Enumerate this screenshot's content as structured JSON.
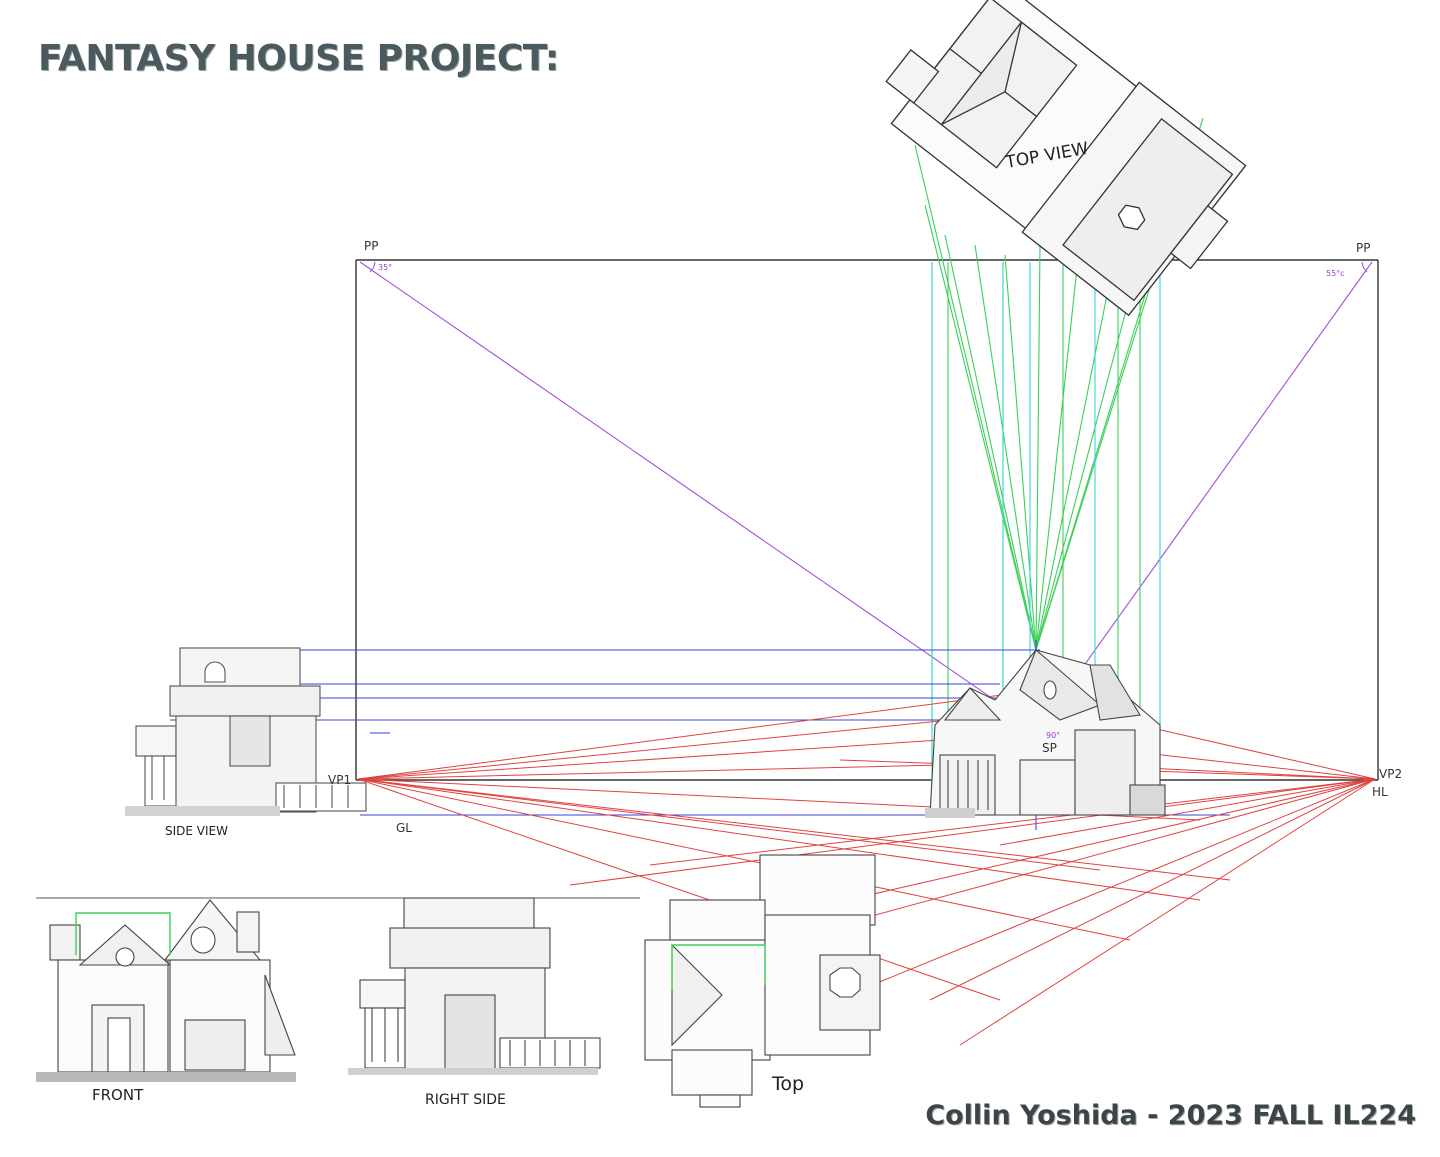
{
  "title": "FANTASY HOUSE PROJECT:",
  "credit": "Collin Yoshida - 2023 FALL IL224",
  "labels": {
    "top_view": "TOP VIEW",
    "pp_left": "PP",
    "pp_right": "PP",
    "angle_left": "35°",
    "angle_right": "55°c",
    "angle_sp": "90°",
    "sp": "SP",
    "vp1": "VP1",
    "vp2": "VP2",
    "hl": "HL",
    "gl": "GL",
    "side_view": "SIDE VIEW",
    "front": "FRONT",
    "right_side": "RIGHT SIDE",
    "top": "Top"
  },
  "colors": {
    "title": "#4b5a5f",
    "red_lines": "#e0423f",
    "green_lines": "#3ccf58",
    "cyan_lines": "#3ad6d6",
    "blue_lines": "#3444d8",
    "purple_lines": "#a24ee0",
    "frame": "#222222"
  }
}
